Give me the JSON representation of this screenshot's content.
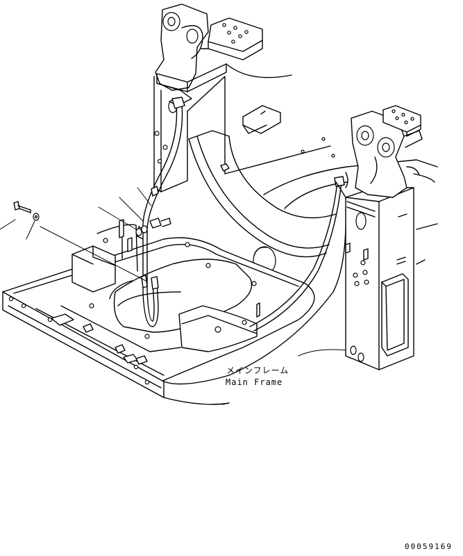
{
  "labels": {
    "main_frame_jp": "メインフレーム",
    "main_frame_en": "Main Frame"
  },
  "figure_number": "00059169",
  "colors": {
    "line": "#000000",
    "background": "#ffffff"
  }
}
